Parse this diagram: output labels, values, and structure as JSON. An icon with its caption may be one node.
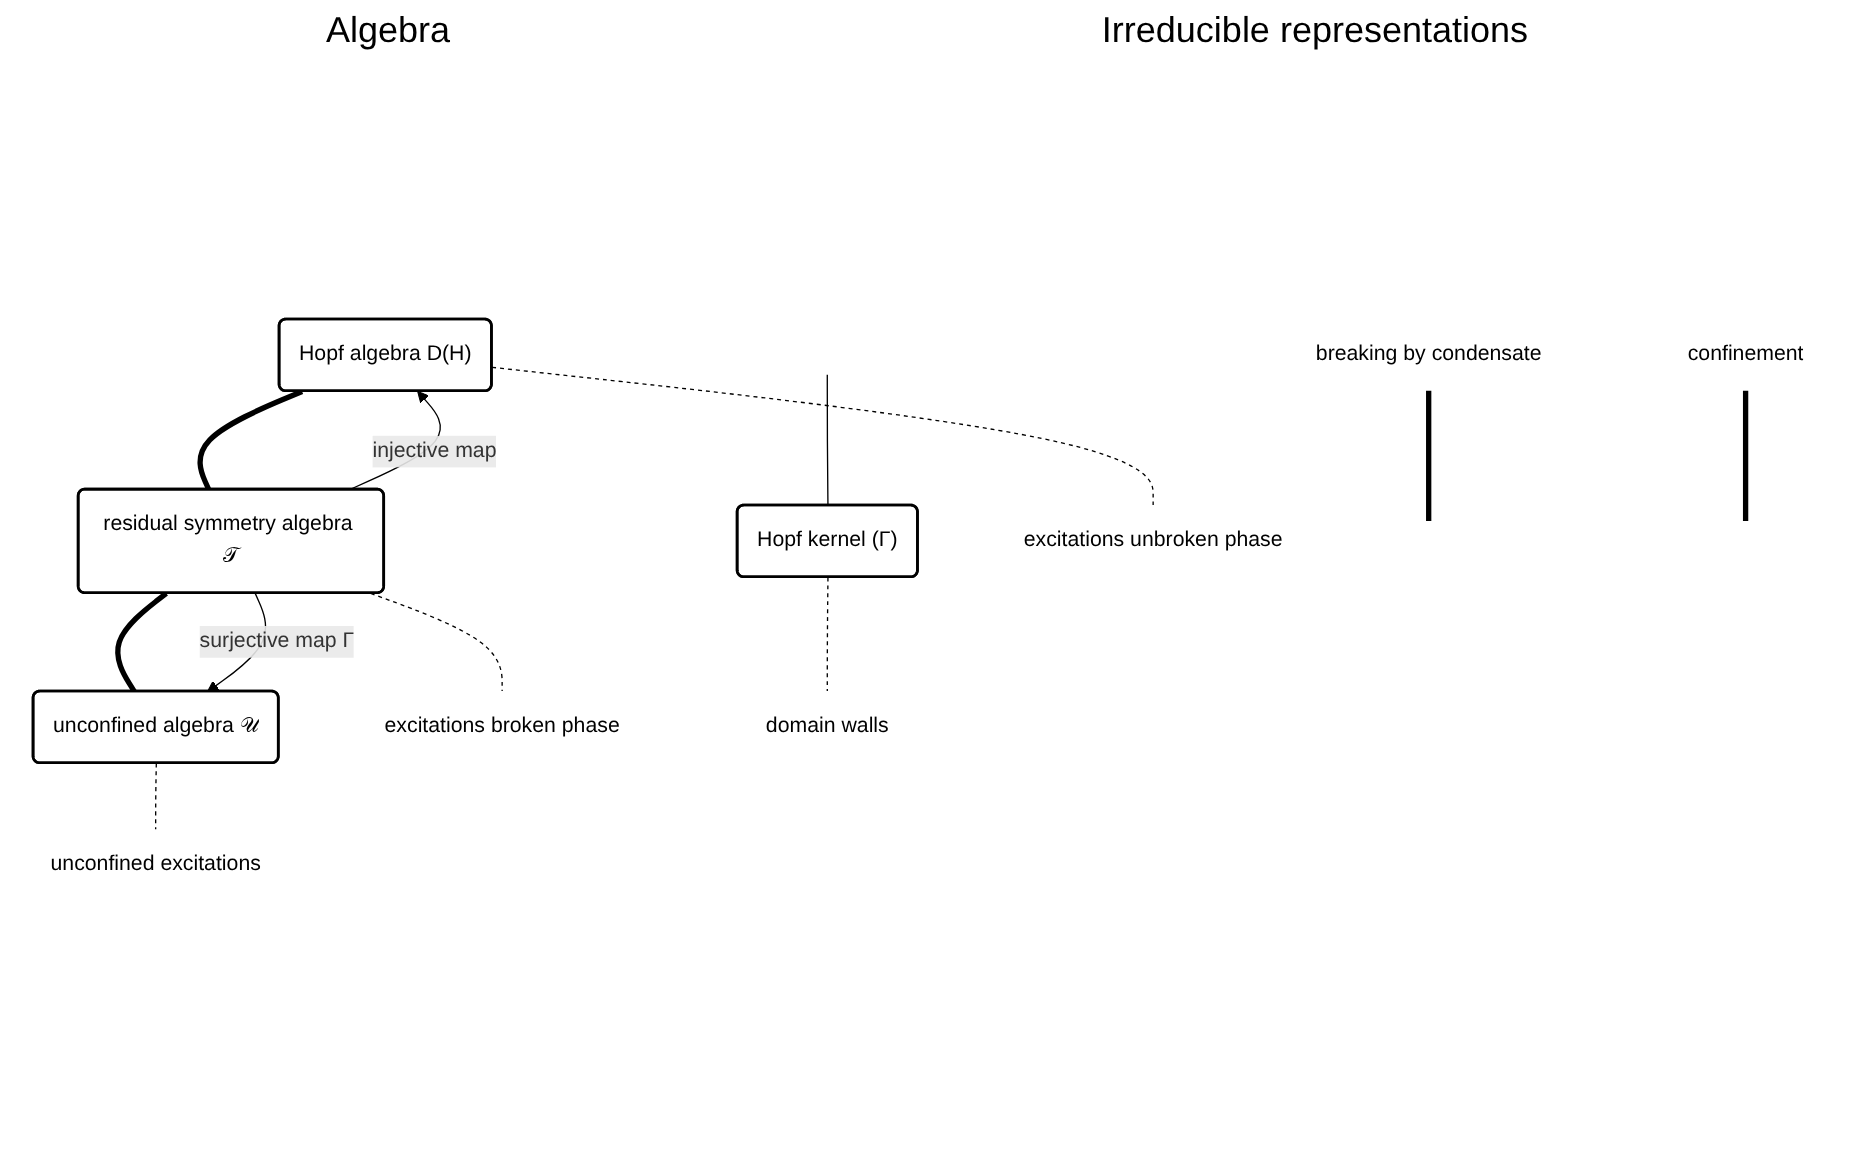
{
  "diagram": {
    "nodes": [
      {
        "text": [
          "Hopf algebra D(H)"
        ]
      },
      {
        "text": [
          "residual symmetry algebra 𝒯"
        ]
      },
      {
        "text": [
          "unconfined algebra 𝒰"
        ]
      },
      {
        "text": [
          "Hopf kernel (Γ)"
        ]
      },
      {
        "text": [
          "excitations unbroken phase"
        ]
      },
      {
        "text": [
          "excitations broken phase"
        ]
      },
      {
        "text": [
          "unconfined excitations"
        ]
      },
      {
        "text": [
          "domain walls"
        ]
      },
      {
        "text": [
          "breaking by condensate"
        ]
      },
      {
        "text": [
          "confinement"
        ]
      }
    ],
    "edges": [
      {
        "from": 8,
        "to": null,
        "arrow": "none",
        "style": "thick"
      },
      {
        "from": 0,
        "to": 1,
        "arrow": "none",
        "style": "thick"
      },
      {
        "from": 1,
        "to": 0,
        "arrow": "to",
        "label": "injective map"
      },
      {
        "from": 9,
        "to": null,
        "arrow": "none",
        "style": "thick"
      },
      {
        "from": 1,
        "to": 2,
        "arrow": "none",
        "style": "thick"
      },
      {
        "from": 1,
        "to": 2,
        "arrow": "to",
        "label": "surjective map Γ"
      },
      {
        "from": null,
        "to": 3,
        "arrow": "none"
      },
      {
        "from": 0,
        "to": 4,
        "arrow": "none",
        "style": "dashed"
      },
      {
        "from": 1,
        "to": 5,
        "arrow": "none",
        "style": "dashed"
      },
      {
        "from": 2,
        "to": 6,
        "arrow": "none",
        "style": "dashed"
      },
      {
        "from": 3,
        "to": 7,
        "arrow": "none",
        "style": "dashed"
      }
    ],
    "labels": [
      "Algebra",
      "Irreducible representations"
    ]
  }
}
